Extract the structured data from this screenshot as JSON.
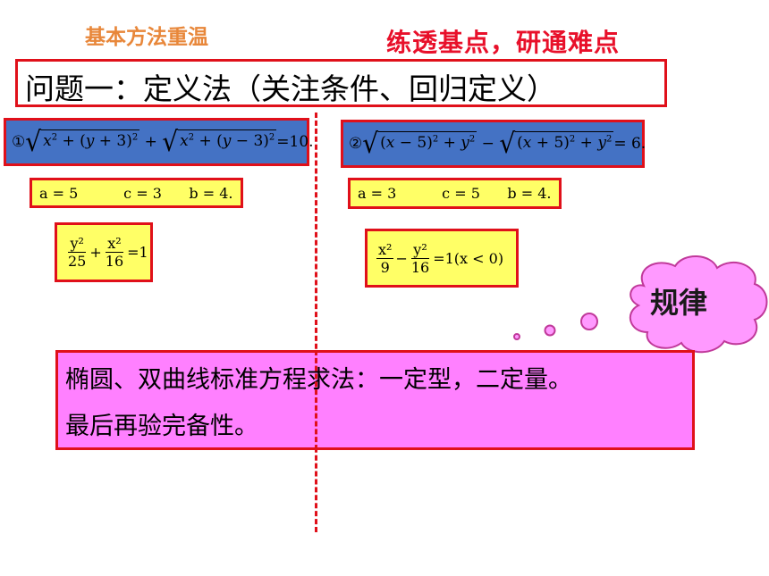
{
  "header": {
    "left": "基本方法重温",
    "right": "练透基点，研通难点"
  },
  "title": "问题一：定义法（关注条件、回归定义）",
  "left": {
    "equation_marker": "①",
    "equation_rhs": "=10.",
    "params": "a = 5          c = 3      b = 4.",
    "result_num1": "y²",
    "result_den1": "25",
    "result_num2": "x²",
    "result_den2": "16",
    "result_rhs": "=1"
  },
  "right": {
    "equation_marker": "②",
    "equation_rhs": "= 6.",
    "params": "a = 3          c = 5      b = 4.",
    "result_num1": "x²",
    "result_den1": "9",
    "result_num2": "y²",
    "result_den2": "16",
    "result_rhs": "=1(x < 0)"
  },
  "cloud": {
    "label": "规律"
  },
  "note": {
    "line1": "椭圆、双曲线标准方程求法：一定型，二定量。",
    "line2": "最后再验完备性。"
  },
  "colors": {
    "header_left": "#e8873a",
    "header_right": "#e8102a",
    "border": "#e0101a",
    "blue_fill": "#4472c4",
    "yellow_fill": "#ffff66",
    "pink_fill": "#ff80ff",
    "cloud_fill": "#ff99ff"
  }
}
